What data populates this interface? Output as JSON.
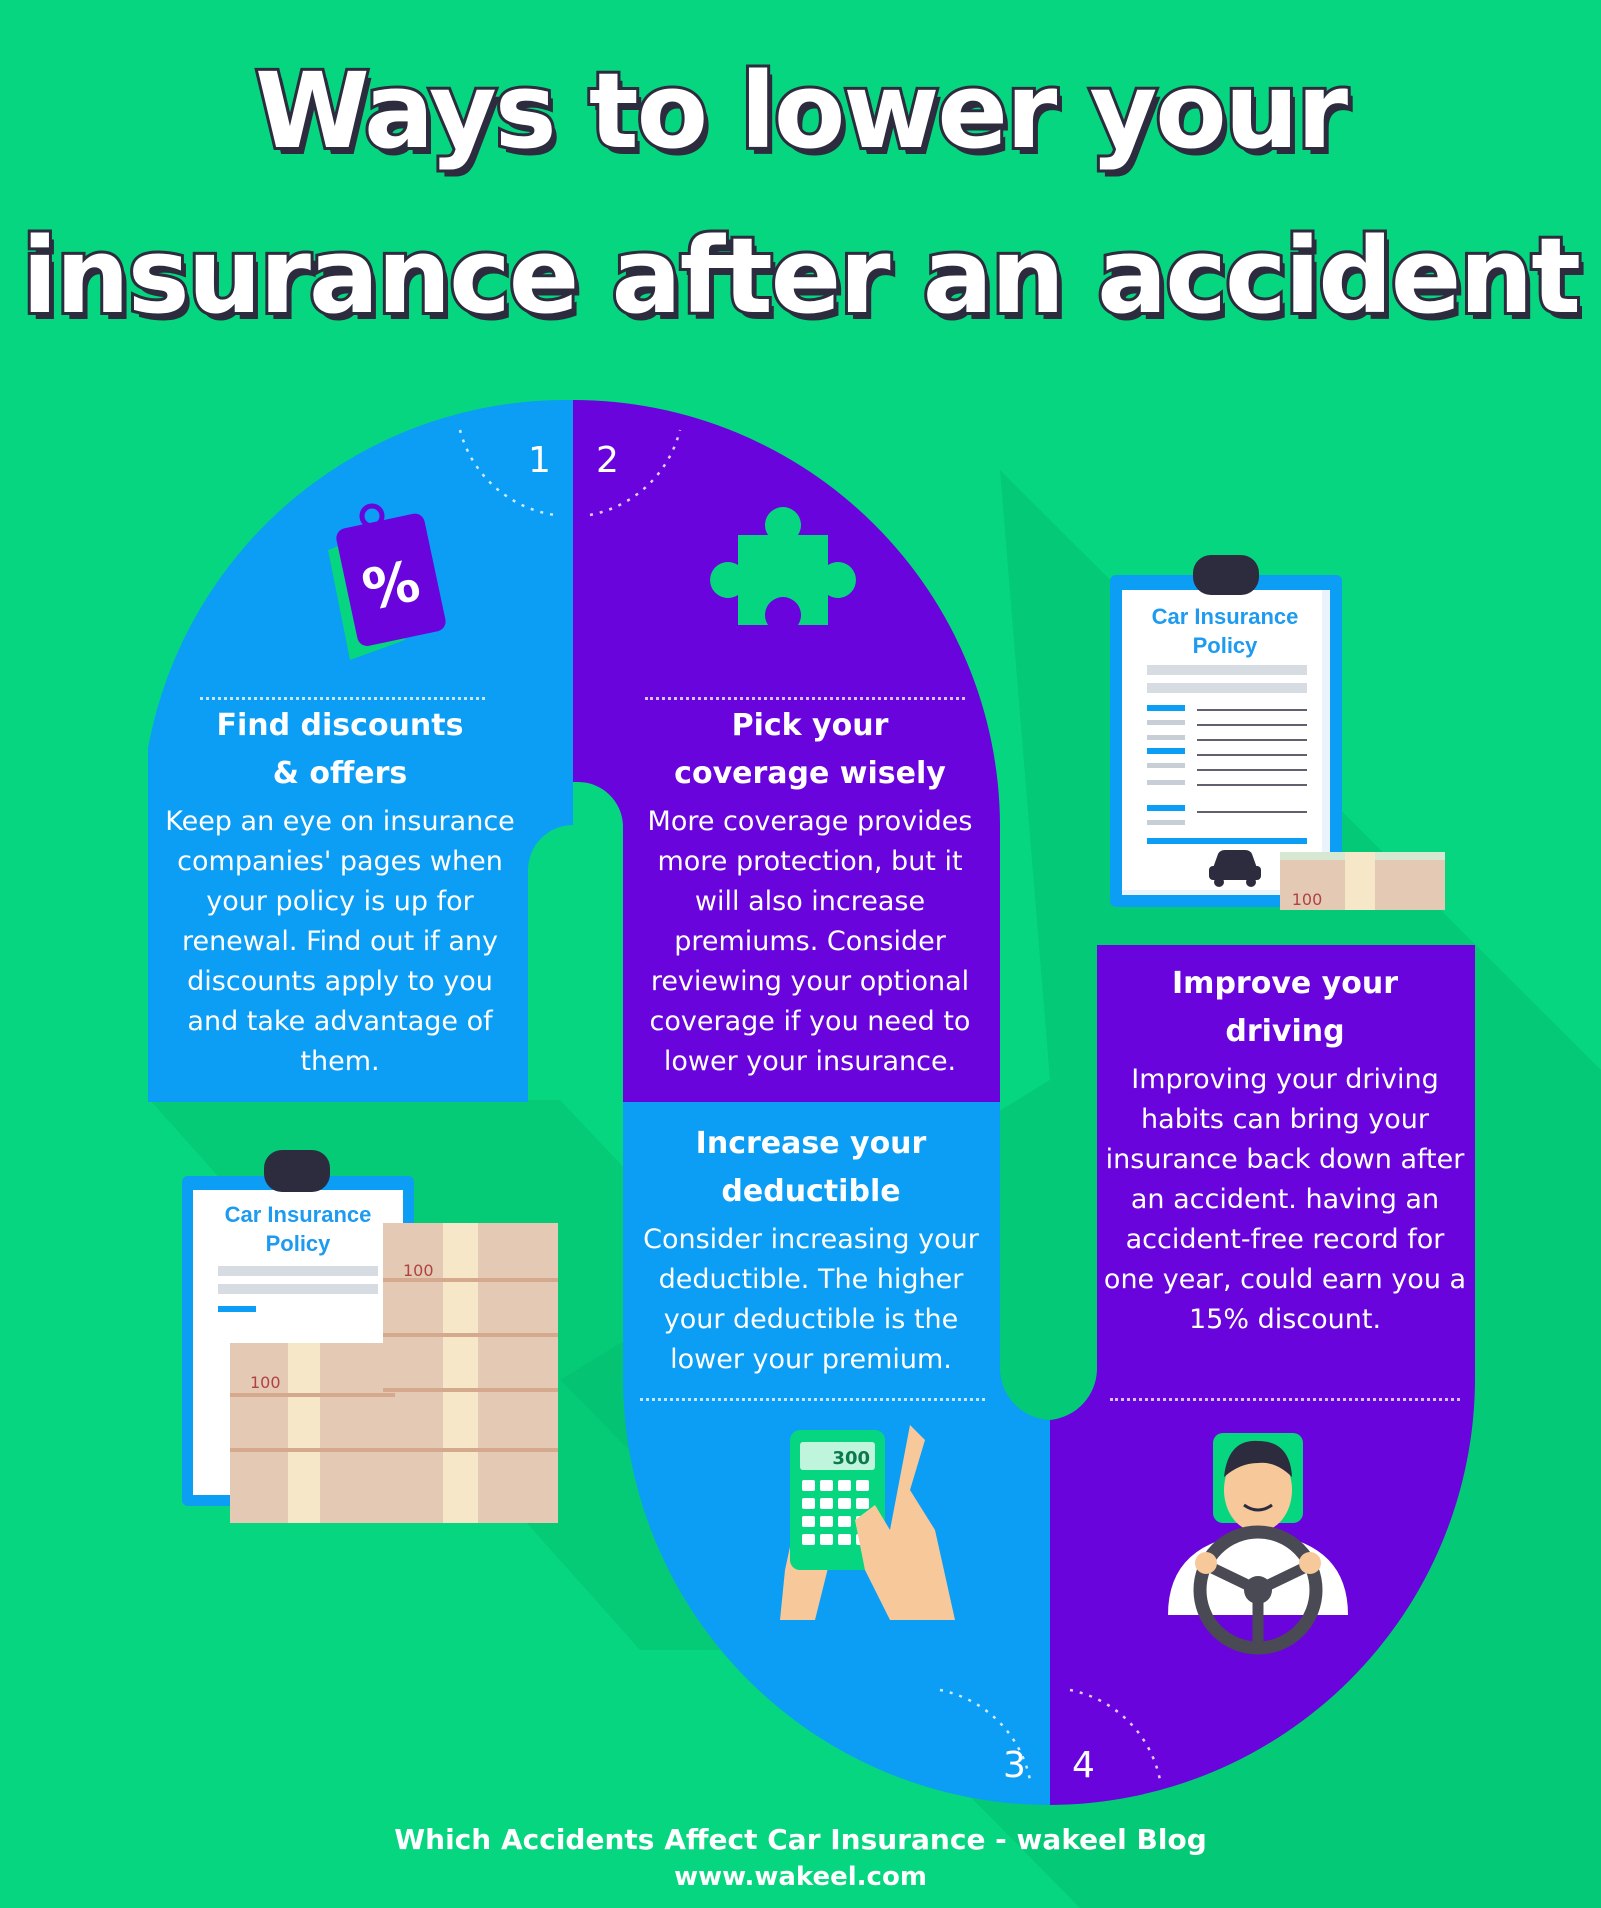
{
  "title": {
    "line1": "Ways to lower your",
    "line2": "insurance after an accident"
  },
  "steps": [
    {
      "number": "1",
      "title": "Find discounts\n& offers",
      "body": "Keep an eye on insurance companies' pages when your policy is up for renewal. Find out if any discounts apply to you and take advantage of them.",
      "icon": "discount-tag-icon"
    },
    {
      "number": "2",
      "title": "Pick your\ncoverage wisely",
      "body": "More coverage provides more protection, but it will also increase premiums. Consider reviewing your optional coverage if you need to lower your insurance.",
      "icon": "puzzle-piece-icon"
    },
    {
      "number": "3",
      "title": "Increase your\ndeductible",
      "body": "Consider increasing your deductible. The higher your deductible is the lower your premium.",
      "icon": "calculator-icon",
      "calculator_display": "300"
    },
    {
      "number": "4",
      "title": "Improve your\ndriving",
      "body": "Improving your driving habits can bring your insurance back down after an accident. having an accident-free record for one year, could earn you a 15% discount.",
      "icon": "driver-steering-wheel-icon"
    }
  ],
  "clipboards": [
    {
      "title_line1": "Car Insurance",
      "title_line2": "Policy",
      "icon": "car-icon"
    },
    {
      "title_line1": "Car Insurance",
      "title_line2": "Policy",
      "icon": "banknotes-icon"
    }
  ],
  "banknote_denomination": "100",
  "footer": {
    "line1": "Which Accidents Affect Car Insurance - wakeel Blog",
    "line2": "www.wakeel.com"
  },
  "colors": {
    "background": "#06d67f",
    "blue": "#0c9df5",
    "purple": "#6a04dc",
    "title_outline": "#2c2c3e"
  }
}
